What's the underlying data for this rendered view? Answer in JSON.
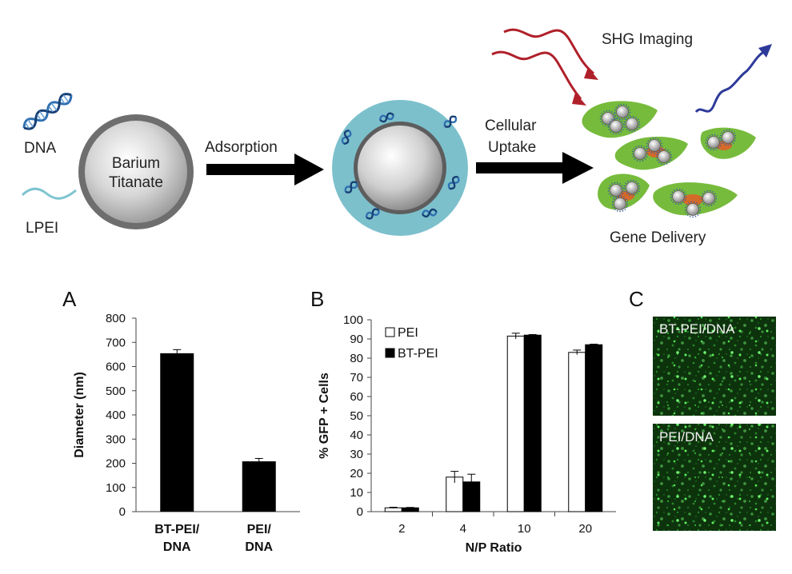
{
  "scheme": {
    "dna_label": "DNA",
    "lpei_label": "LPEI",
    "particle_label_line1": "Barium",
    "particle_label_line2": "Titanate",
    "step1_label": "Adsorption",
    "step2_label_line1": "Cellular",
    "step2_label_line2": "Uptake",
    "imaging_label": "SHG Imaging",
    "delivery_label": "Gene Delivery",
    "colors": {
      "dna_blue": "#2f6fb0",
      "lpei_teal": "#7fc4d0",
      "coating": "#7cc0cc",
      "cell_green": "#77bb3c",
      "nucleus_orange": "#d46a2a",
      "excitation_red": "#b0202a",
      "emission_blue": "#2e3a9a"
    }
  },
  "panels": {
    "a": {
      "letter": "A"
    },
    "b": {
      "letter": "B"
    },
    "c": {
      "letter": "C",
      "images": [
        {
          "caption": "BT-PEI/DNA"
        },
        {
          "caption": "PEI/DNA"
        }
      ]
    }
  },
  "chart_data": [
    {
      "type": "bar",
      "panel": "A",
      "categories": [
        "BT-PEI/\nDNA",
        "PEI/\nDNA"
      ],
      "category_lines": [
        [
          "BT-PEI/",
          "DNA"
        ],
        [
          "PEI/",
          "DNA"
        ]
      ],
      "values": [
        655,
        208
      ],
      "errors": [
        15,
        12
      ],
      "ylabel": "Diameter (nm)",
      "xlabel": "",
      "ylim": [
        0,
        800
      ],
      "yticks": [
        0,
        100,
        200,
        300,
        400,
        500,
        600,
        700,
        800
      ],
      "bar_color": "#000000",
      "grid": false
    },
    {
      "type": "bar",
      "panel": "B",
      "categories": [
        "2",
        "4",
        "10",
        "20"
      ],
      "series": [
        {
          "name": "PEI",
          "values": [
            2,
            18,
            91.5,
            83
          ],
          "errors": [
            0.3,
            3,
            1.5,
            1.2
          ],
          "fill": "#ffffff"
        },
        {
          "name": "BT-PEI",
          "values": [
            2,
            15.5,
            92,
            87
          ],
          "errors": [
            0.2,
            4,
            0.3,
            0.3
          ],
          "fill": "#000000"
        }
      ],
      "xlabel": "N/P Ratio",
      "ylabel": "% GFP + Cells",
      "ylim": [
        0,
        100
      ],
      "yticks": [
        0,
        10,
        20,
        30,
        40,
        50,
        60,
        70,
        80,
        90,
        100
      ],
      "legend": "top-left",
      "grid": false
    }
  ]
}
